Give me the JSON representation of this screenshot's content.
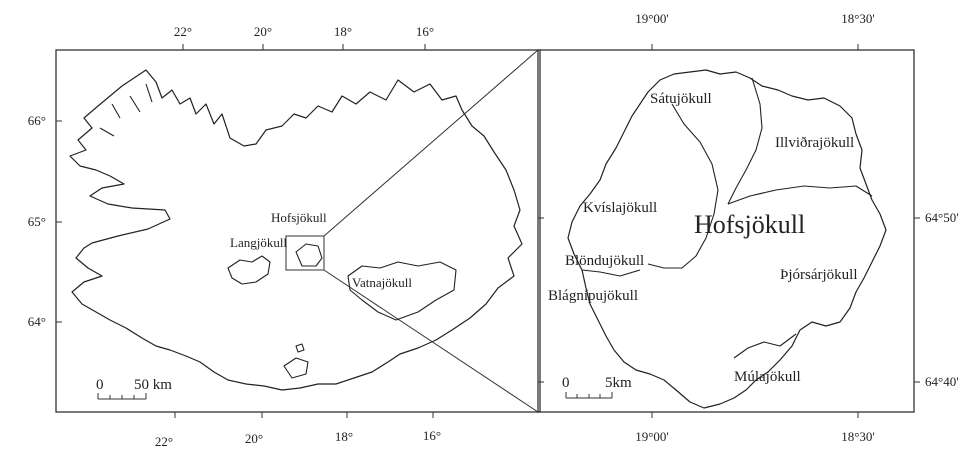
{
  "overview_map": {
    "lon_ticks_top": [
      "22°",
      "20°",
      "18°",
      "16°"
    ],
    "lon_ticks_bottom": [
      "22°",
      "20°",
      "18°",
      "16°"
    ],
    "lat_ticks": [
      "66°",
      "65°",
      "64°"
    ],
    "labels": {
      "hofsjokull": "Hofsjökull",
      "langjokull": "Langjökull",
      "vatnajokull": "Vatnajökull"
    },
    "scale_bar": {
      "start": "0",
      "end": "50 km"
    }
  },
  "inset_map": {
    "lon_ticks_top": [
      "19°00'",
      "18°30'"
    ],
    "lon_ticks_bottom": [
      "19°00'",
      "18°30'"
    ],
    "lat_ticks": [
      "64°50'",
      "64°40'"
    ],
    "title": "Hofsjökull",
    "basins": [
      "Sátujökull",
      "Illviðrajökull",
      "Kvíslajökull",
      "Blöndujökull",
      "Blágnípujökull",
      "Þjórsárjökull",
      "Múlajökull"
    ],
    "scale_bar": {
      "start": "0",
      "end": "5km"
    }
  },
  "colors": {
    "ink": "#222222",
    "paper": "#ffffff"
  }
}
